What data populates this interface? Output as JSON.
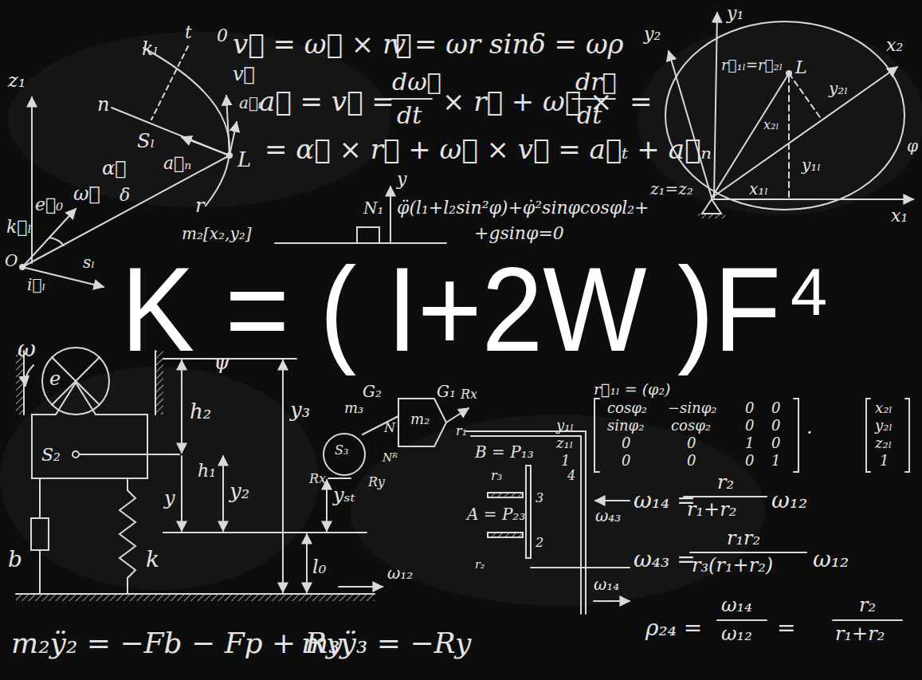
{
  "diagram": {
    "labels": [
      "v⃗ = ω⃗ × r⃗",
      "v = ωr sinδ = ωρ",
      "a⃗ = v⃗ =",
      "dω⃗",
      "dt",
      "× r⃗ + ω⃗ ×",
      "dr⃗",
      "dt",
      "=",
      "= α⃗ × r⃗ + ω⃗ × v⃗ = a⃗ₜ + a⃗ₙ",
      "z₁",
      "kₗ",
      "t",
      "0",
      "v⃗",
      "a⃗ₜ",
      "n",
      "Sₗ",
      "α⃗",
      "a⃗ₙ",
      "L",
      "r",
      "ω⃗",
      "δ",
      "k⃗ₗ",
      "e⃗₀",
      "O",
      "i⃗ₗ",
      "sₗ",
      "N₁",
      "φ̈(l₁+l₂sin²φ)+φ̇²sinφcosφl₂+",
      "+gsinφ=0",
      "m₂[x₂,y₂]",
      "y",
      "G₂",
      "G₁",
      "ψ",
      "y₁",
      "y₂",
      "r⃗₁ₗ=r⃗₂ₗ",
      "L",
      "y₂ₗ",
      "x₂",
      "φ",
      "x₂ₗ",
      "y₁ₗ",
      "z₁=z₂",
      "x₁ₗ",
      "x₁",
      "r⃗₁ₗ = (φ₂)",
      "y₁ₗ",
      "z₁ₗ",
      "1",
      "cosφ₂",
      "−sinφ₂",
      "0",
      "0",
      "sinφ₂",
      "cosφ₂",
      "0",
      "0",
      "0",
      "0",
      "1",
      "0",
      "0",
      "0",
      "0",
      "1",
      "·",
      "x₂ₗ",
      "y₂ₗ",
      "z₂ₗ",
      "1",
      "ω",
      "e",
      "h₂",
      "S₂",
      "h₁",
      "y",
      "y₂",
      "y₃",
      "yₛₜ",
      "b",
      "k",
      "l₀",
      "ω₁₂",
      "m₃",
      "S₃",
      "Rx",
      "Ry",
      "m₂",
      "Rx",
      "N",
      "Nᴿ",
      "r₁",
      "B = P₁₃",
      "r₃",
      "A = P₂₃",
      "3",
      "2",
      "4",
      "r₂",
      "ω₄₃",
      "ω₁₄",
      "ω₁₄ =",
      "r₂",
      "r₁+r₂",
      "ω₁₂",
      "ω₄₃ =",
      "r₁r₂",
      "r₃(r₁+r₂)",
      "ω₁₂",
      "ρ₂₄ =",
      "ω₁₄",
      "ω₁₂",
      "=",
      "r₂",
      "r₁+r₂",
      "m₂ÿ₂ = −Fb − Fp + Ry",
      "m₃ÿ₃ = −Ry",
      "K = ( I+2W )F",
      "4"
    ]
  }
}
